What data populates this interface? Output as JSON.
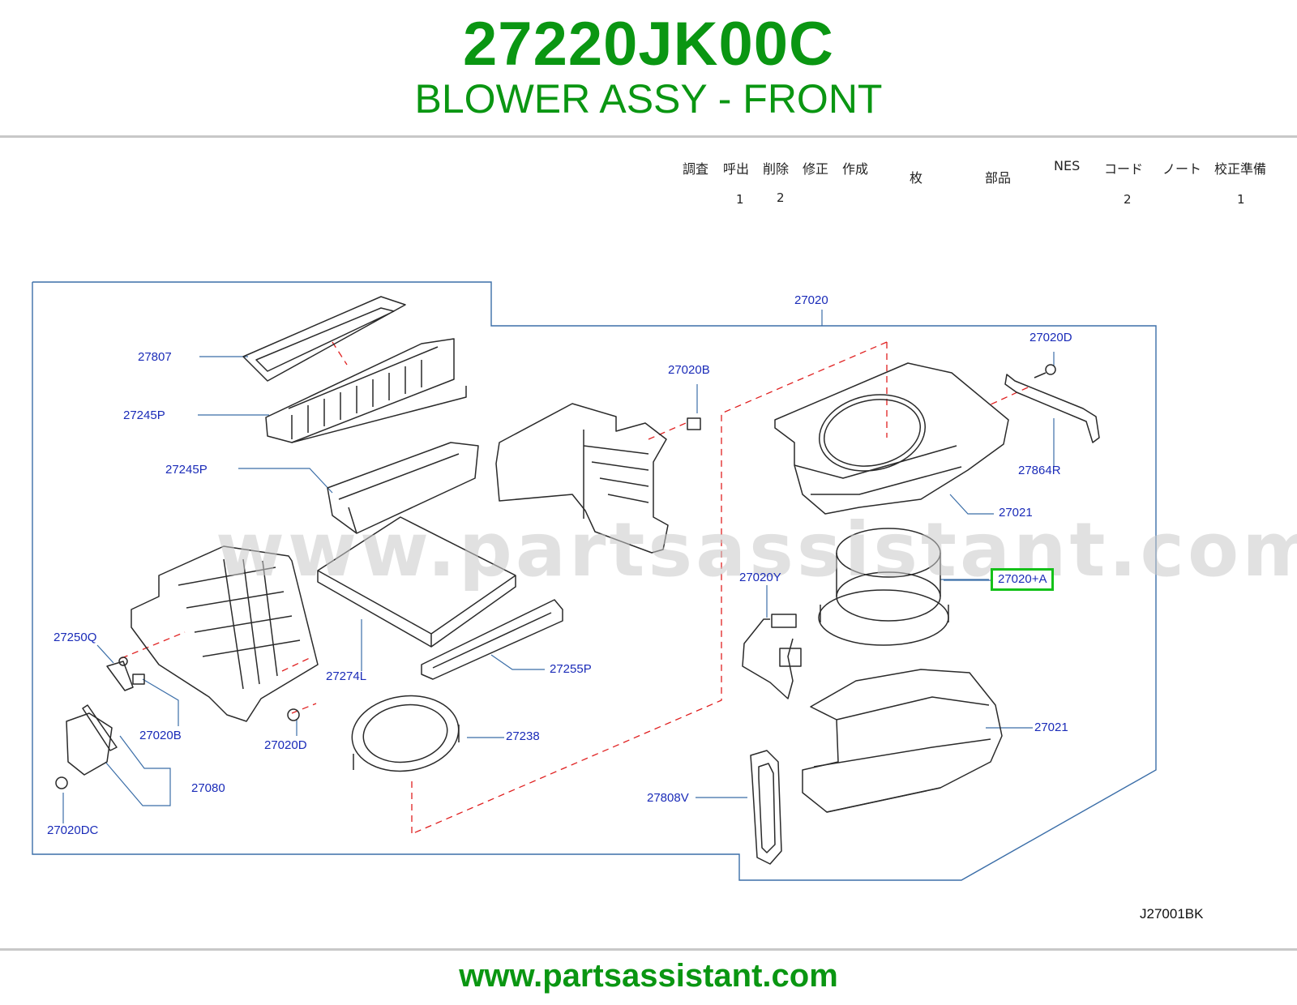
{
  "header": {
    "part_number": "27220JK00C",
    "title": "BLOWER ASSY - FRONT"
  },
  "info_table": {
    "headers": [
      "調査",
      "呼出",
      "削除",
      "修正",
      "作成",
      "枚",
      "部品",
      "NES",
      "コード",
      "ノート",
      "校正準備"
    ],
    "values": [
      "1",
      "2",
      "2",
      "1"
    ]
  },
  "callouts": {
    "c27807": "27807",
    "c27245P_a": "27245P",
    "c27245P_b": "27245P",
    "c27020B_a": "27020B",
    "c27020": "27020",
    "c27020D_a": "27020D",
    "c27864R": "27864R",
    "c27021_a": "27021",
    "c27020A": "27020+A",
    "c27020Y": "27020Y",
    "c27250Q": "27250Q",
    "c27274L": "27274L",
    "c27255P": "27255P",
    "c27020B_b": "27020B",
    "c27020D_b": "27020D",
    "c27238": "27238",
    "c27021_b": "27021",
    "c27080": "27080",
    "c27808V": "27808V",
    "c27020DC": "27020DC"
  },
  "highlighted_part": "27020+A",
  "watermark": "www.partsassistant.com",
  "reference_code": "J27001BK",
  "footer": {
    "url": "www.partsassistant.com"
  },
  "colors": {
    "brand_green": "#0a9612",
    "callout_blue": "#1a2bb8",
    "highlight_green": "#15c11a",
    "leader_blue": "#3b6ea8",
    "dashed_red": "#e02020"
  }
}
